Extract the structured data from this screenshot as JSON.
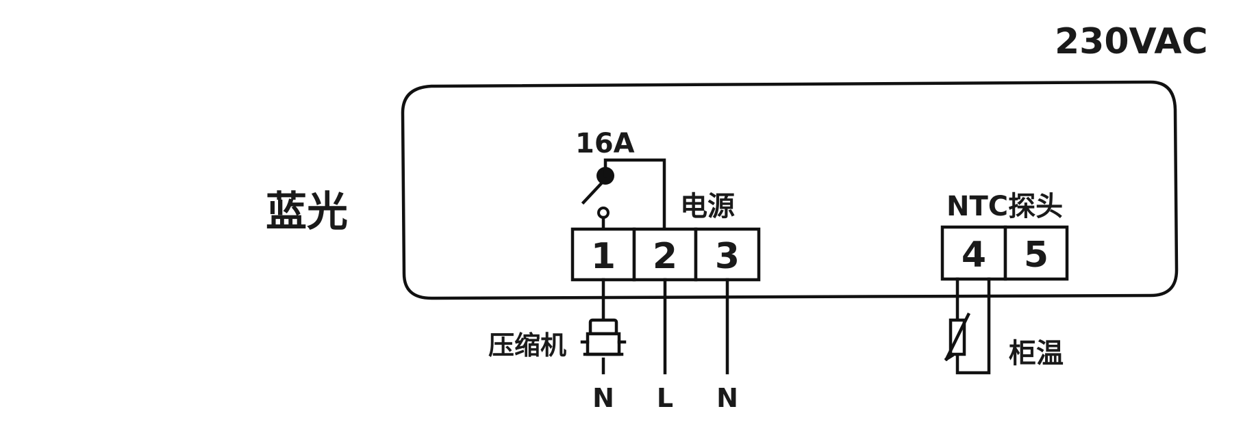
{
  "voltage": "230VAC",
  "brand": "蓝光",
  "relay_rating": "16A",
  "power_label": "电源",
  "ntc_label": "NTC探头",
  "terminals": [
    "1",
    "2",
    "3",
    "4",
    "5"
  ],
  "compressor_label": "压缩机",
  "cabinet_temp_label": "柜温",
  "lines": [
    "N",
    "L",
    "N"
  ],
  "colors": {
    "ink": "#111111",
    "background": "#ffffff"
  }
}
